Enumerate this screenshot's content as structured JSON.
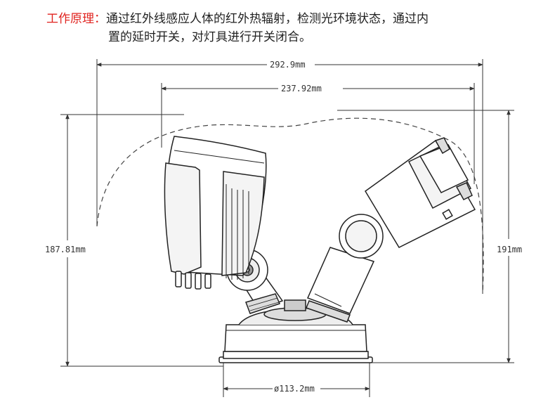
{
  "description": {
    "label": "工作原理：",
    "line1": "通过红外线感应人体的红外热辐射，检测光环境状态，通过内",
    "line2": "置的延时开关，对灯具进行开关闭合。"
  },
  "dimensions": {
    "overall_width": "292.9mm",
    "inner_width": "237.92mm",
    "left_height": "187.81mm",
    "right_height": "191mm",
    "base_diameter": "ø113.2mm"
  },
  "colors": {
    "accent": "#e0231f",
    "text": "#222222",
    "line": "#333333"
  }
}
